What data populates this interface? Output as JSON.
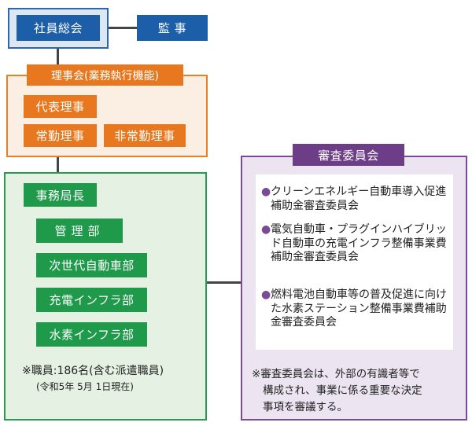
{
  "top": {
    "shareholders": "社員総会",
    "auditor": "監 事"
  },
  "board": {
    "title": "理事会(業務執行機能)",
    "representative_director": "代表理事",
    "full_time_director": "常勤理事",
    "part_time_director": "非常勤理事"
  },
  "secretariat": {
    "head": "事務局長",
    "departments": [
      "管理部",
      "次世代自動車部",
      "充電インフラ部",
      "水素インフラ部"
    ],
    "staff_note": "※職員:186名(含む派遣職員)",
    "staff_date": "(令和5年 5月 1日現在)"
  },
  "review_committee": {
    "title": "審査委員会",
    "committees": [
      "クリーンエネルギー自動車導入促進補助金審査委員会",
      "電気自動車・プラグインハイブリッド自動車の充電インフラ整備事業費補助金審査委員会",
      "燃料電池自動車等の普及促進に向けた水素ステーション整備事業費補助金審査委員会"
    ],
    "note_lines": [
      "※審査委員会は、外部の有識者等で",
      "構成され、事業に係る重要な決定",
      "事項を審議する。"
    ]
  },
  "colors": {
    "blue": "#1c5fa8",
    "orange": "#e8781f",
    "green": "#1f9a4a",
    "purple": "#6d3d87"
  }
}
